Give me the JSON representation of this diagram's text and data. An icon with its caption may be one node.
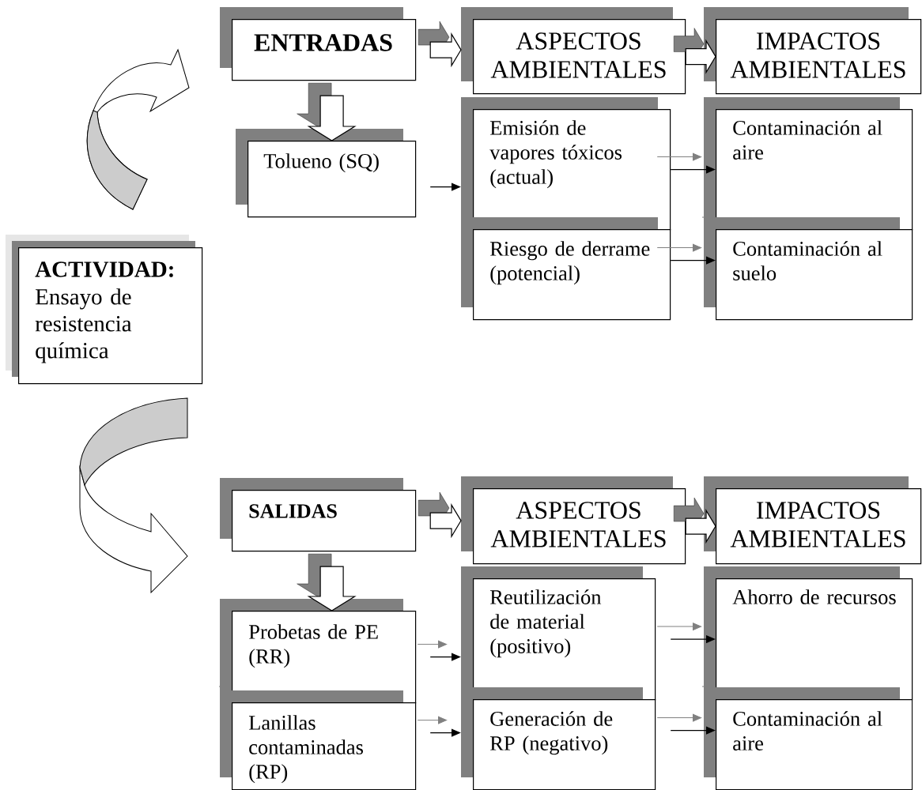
{
  "diagram": {
    "nodes": [
      {
        "text": [
          "ENTRADAS"
        ]
      },
      {
        "text": [
          "ASPECTOS AMBIENTALES"
        ]
      },
      {
        "text": [
          "IMPACTOS AMBIENTALES"
        ]
      },
      {
        "text": [
          "Tolueno (SQ)"
        ]
      },
      {
        "text": [
          "Emisión de vapores tóxicos (actual)"
        ]
      },
      {
        "text": [
          "Riesgo de derrame (potencial)"
        ]
      },
      {
        "text": [
          "Contaminación al aire"
        ]
      },
      {
        "text": [
          "Contaminación al suelo"
        ]
      },
      {
        "text": [
          "ACTIVIDAD:",
          "Ensayo de resistencia química"
        ]
      },
      {
        "text": [
          "SALIDAS"
        ]
      },
      {
        "text": [
          "ASPECTOS AMBIENTALES"
        ]
      },
      {
        "text": [
          "IMPACTOS AMBIENTALES"
        ]
      },
      {
        "text": [
          "Probetas de PE (RR)"
        ]
      },
      {
        "text": [
          "Lanillas contaminadas (RP)"
        ]
      },
      {
        "text": [
          "Reutilización de material (positivo)"
        ]
      },
      {
        "text": [
          "Generación de RP (negativo)"
        ]
      },
      {
        "text": [
          "Ahorro de recursos"
        ]
      },
      {
        "text": [
          "Contaminación al aire"
        ]
      }
    ],
    "edges": [
      {
        "from": 0,
        "to": 1,
        "arrow": "to",
        "style": "thick"
      },
      {
        "from": 1,
        "to": 2,
        "arrow": "to",
        "style": "thick"
      },
      {
        "from": 0,
        "to": 3,
        "arrow": "to",
        "style": "thick"
      },
      {
        "from": 3,
        "to": 4,
        "arrow": "to"
      },
      {
        "from": 4,
        "to": 6,
        "arrow": "to"
      },
      {
        "from": 5,
        "to": 7,
        "arrow": "to"
      },
      {
        "from": 8,
        "to": 0,
        "arrow": "to",
        "style": "thick"
      },
      {
        "from": 9,
        "to": 10,
        "arrow": "to",
        "style": "thick"
      },
      {
        "from": 10,
        "to": 11,
        "arrow": "to",
        "style": "thick"
      },
      {
        "from": 9,
        "to": 12,
        "arrow": "to",
        "style": "thick"
      },
      {
        "from": 12,
        "to": 14,
        "arrow": "to"
      },
      {
        "from": 13,
        "to": 15,
        "arrow": "to"
      },
      {
        "from": 14,
        "to": 16,
        "arrow": "to"
      },
      {
        "from": 15,
        "to": 17,
        "arrow": "to"
      },
      {
        "from": 8,
        "to": 9,
        "arrow": "to",
        "style": "thick"
      },
      {
        "from": 4,
        "to": 6,
        "arrow": "to",
        "color": "#808080"
      },
      {
        "from": 5,
        "to": 7,
        "arrow": "to",
        "color": "#808080"
      },
      {
        "from": 12,
        "to": 14,
        "arrow": "to",
        "color": "#808080"
      },
      {
        "from": 13,
        "to": 15,
        "arrow": "to",
        "color": "#808080"
      },
      {
        "from": 14,
        "to": 16,
        "arrow": "to",
        "color": "#808080"
      },
      {
        "from": 15,
        "to": 17,
        "arrow": "to",
        "color": "#808080"
      }
    ]
  }
}
